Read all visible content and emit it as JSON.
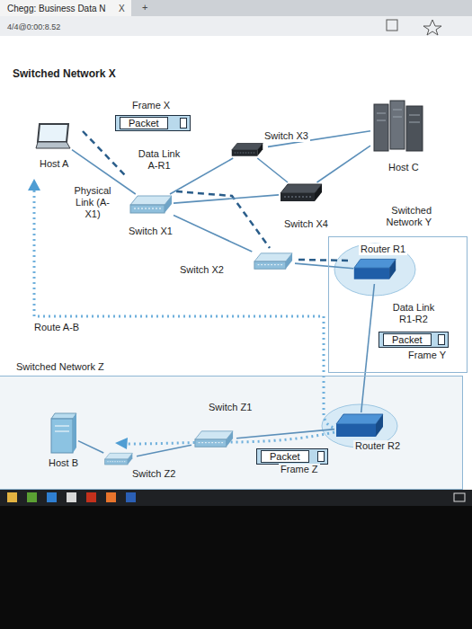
{
  "diagram": {
    "nodes": [
      {
        "text": [
          "Switched Network X"
        ]
      },
      {
        "text": [
          "Frame X",
          "Packet"
        ],
        "in": 0
      },
      {
        "text": [
          "Host A"
        ],
        "in": 0
      },
      {
        "text": [
          "Switch X3"
        ],
        "in": 0
      },
      {
        "text": [
          "Host C"
        ],
        "in": 0
      },
      {
        "text": [
          "Switch X1"
        ],
        "in": 0
      },
      {
        "text": [
          "Switch X4"
        ],
        "in": 0
      },
      {
        "text": [
          "Switch X2"
        ],
        "in": 0
      },
      {
        "text": [
          "Switched Network Y"
        ]
      },
      {
        "text": [
          "Router R1"
        ],
        "in": 8
      },
      {
        "text": [
          "Packet",
          "Frame Y"
        ],
        "in": 8
      },
      {
        "text": [
          "Switched Network Z"
        ]
      },
      {
        "text": [
          "Switch Z1"
        ],
        "in": 11
      },
      {
        "text": [
          "Router R2"
        ],
        "in": 11
      },
      {
        "text": [
          "Host B"
        ],
        "in": 11
      },
      {
        "text": [
          "Switch Z2"
        ],
        "in": 11
      },
      {
        "text": [
          "Packet",
          "Frame Z"
        ],
        "in": 11
      }
    ],
    "edges": [
      {
        "from": 2,
        "to": 5,
        "arrow": "none"
      },
      {
        "from": 5,
        "to": 3,
        "arrow": "none"
      },
      {
        "from": 5,
        "to": 6,
        "arrow": "none"
      },
      {
        "from": 5,
        "to": 7,
        "arrow": "none"
      },
      {
        "from": 3,
        "to": 6,
        "arrow": "none"
      },
      {
        "from": 3,
        "to": 4,
        "arrow": "none"
      },
      {
        "from": 6,
        "to": 4,
        "arrow": "none"
      },
      {
        "from": 7,
        "to": 9,
        "arrow": "none"
      },
      {
        "from": 9,
        "to": 13,
        "arrow": "none"
      },
      {
        "from": 13,
        "to": 12,
        "arrow": "none"
      },
      {
        "from": 12,
        "to": 15,
        "arrow": "none"
      },
      {
        "from": 15,
        "to": 14,
        "arrow": "none"
      }
    ],
    "labels": [
      "Chegg: Business Data N",
      "X",
      "+",
      "4/4@0:00:8.52",
      "Data Link A-R1",
      "Physical Link (A-X1)",
      "Data Link R1-R2",
      "Route A-B"
    ]
  }
}
